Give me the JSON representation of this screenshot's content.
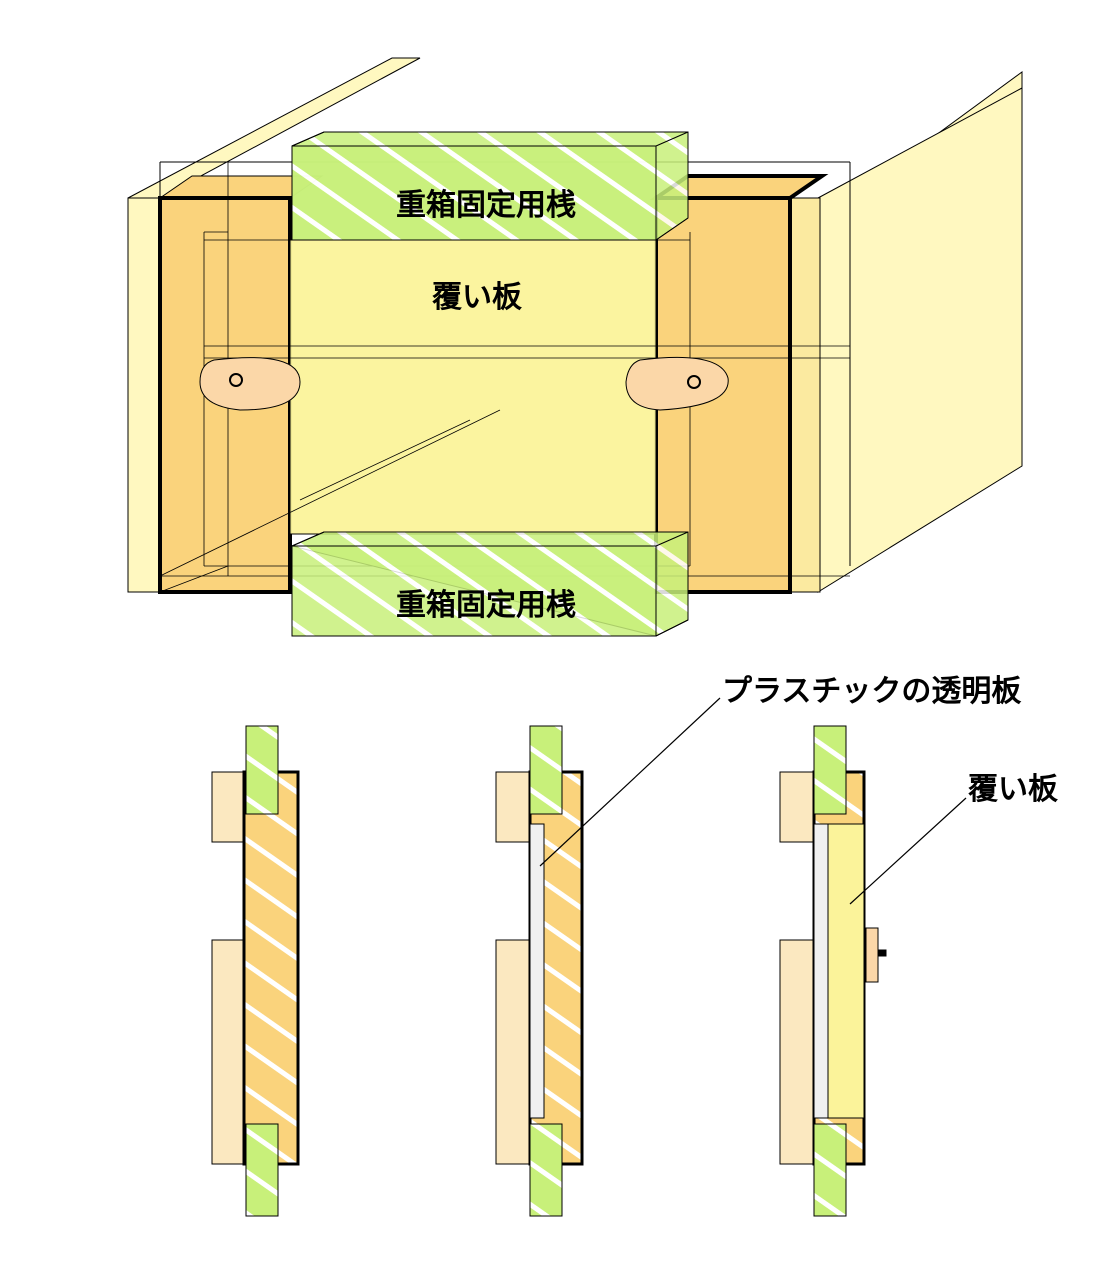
{
  "labels": {
    "top_batten_upper": "重箱固定用桟",
    "cover_board_upper": "覆い板",
    "top_batten_lower": "重箱固定用桟",
    "plastic_plate": "プラスチックの透明板",
    "cover_board_side": "覆い板"
  },
  "colors": {
    "board_light": "#fff8c0",
    "board_mid": "#fbeaa0",
    "board_orange": "#fad37c",
    "cover_yellow": "#fbf39a",
    "batten_green": "#c8f07a",
    "knob": "#fbd7a8",
    "plate": "#f0f0f0",
    "outline": "#000000"
  }
}
